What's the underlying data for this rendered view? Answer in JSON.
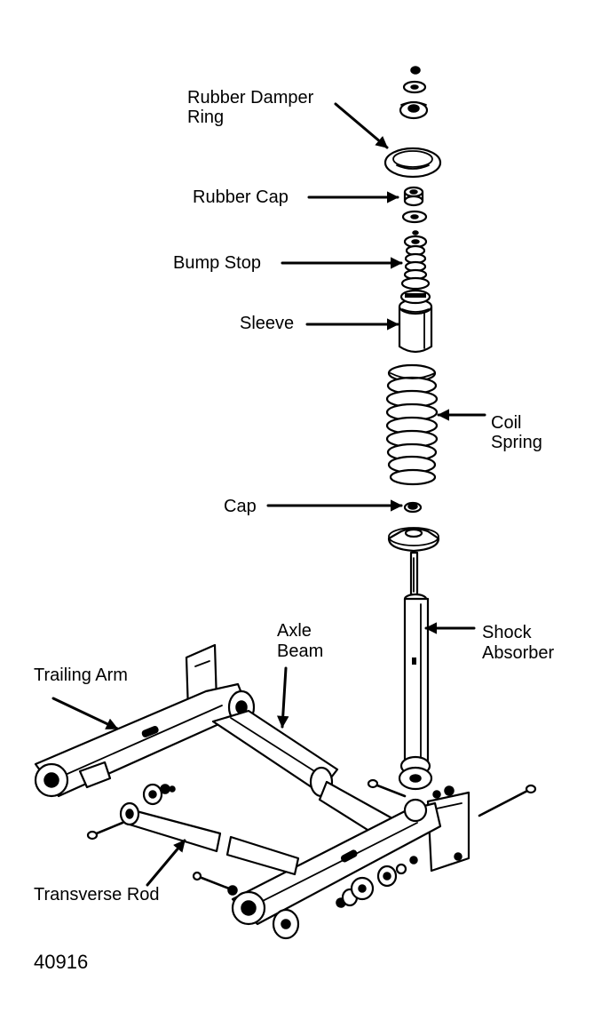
{
  "labels": {
    "rubber_damper_ring_1": "Rubber Damper",
    "rubber_damper_ring_2": "Ring",
    "rubber_cap": "Rubber Cap",
    "bump_stop": "Bump Stop",
    "sleeve": "Sleeve",
    "coil_spring_1": "Coil",
    "coil_spring_2": "Spring",
    "cap": "Cap",
    "shock_absorber_1": "Shock",
    "shock_absorber_2": "Absorber",
    "axle_beam_1": "Axle",
    "axle_beam_2": "Beam",
    "trailing_arm": "Trailing Arm",
    "transverse_rod": "Transverse Rod"
  },
  "figure_number": "40916"
}
